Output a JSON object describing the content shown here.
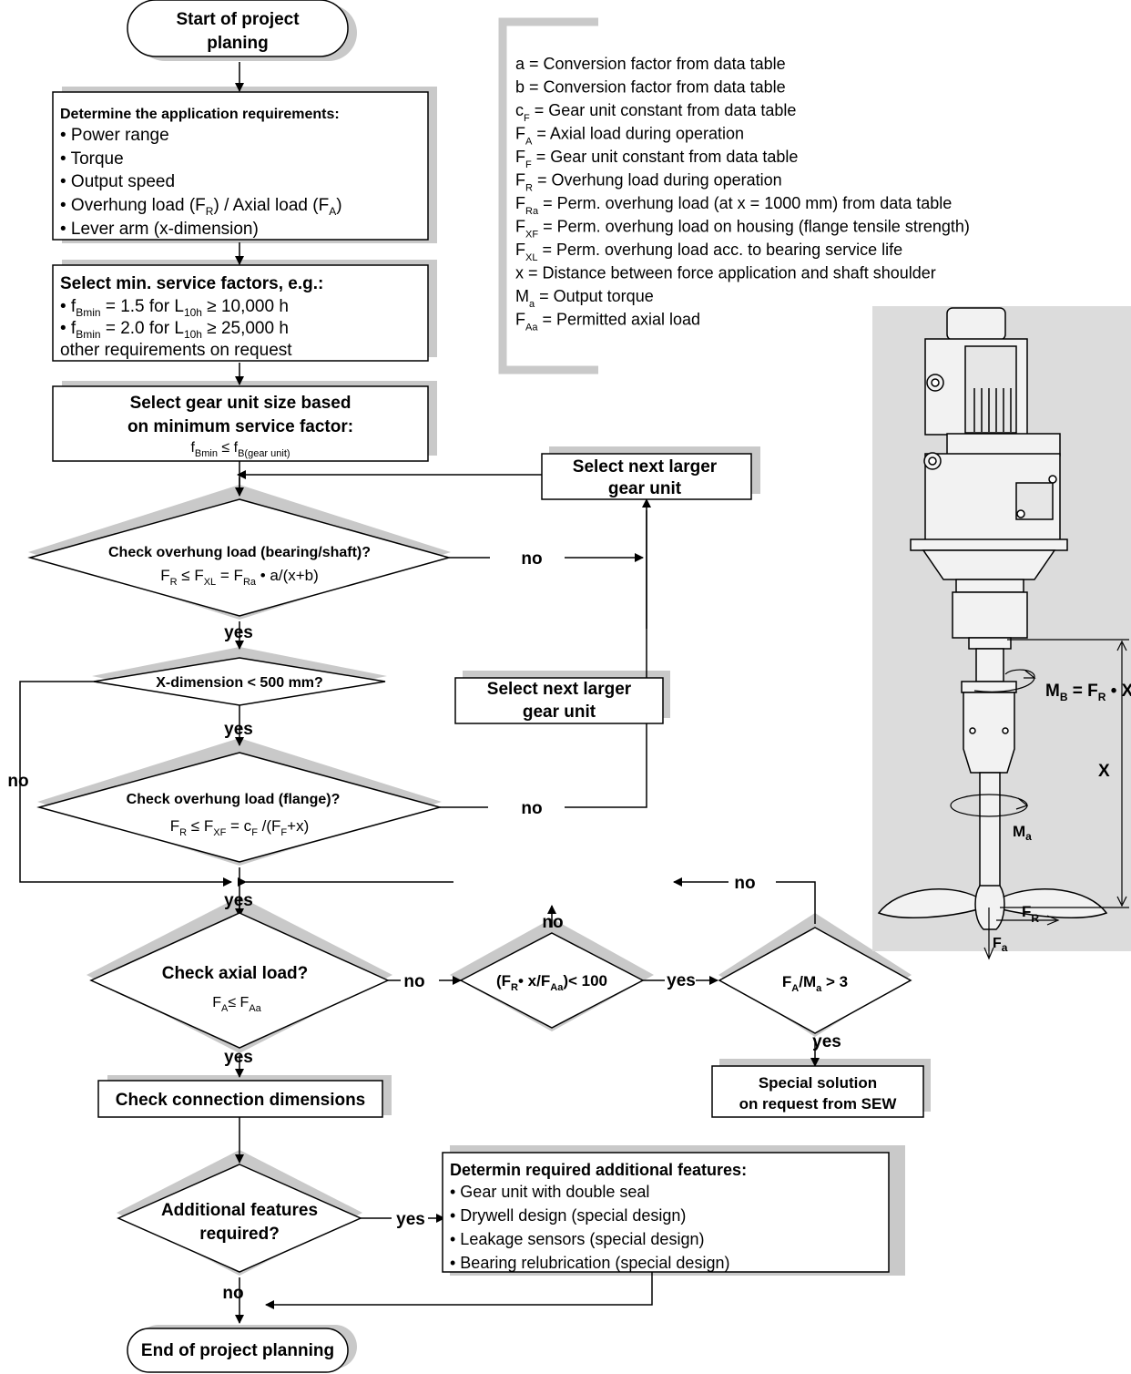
{
  "start": {
    "line1": "Start of project",
    "line2": "planing"
  },
  "requirements": {
    "title": "Determine the application requirements:",
    "items": [
      "• Power range",
      "• Torque",
      "• Output speed"
    ],
    "overhung_a": "• Overhung load (F",
    "overhung_sub1": "R",
    "overhung_b": ") / Axial load (F",
    "overhung_sub2": "A",
    "overhung_c": ")",
    "lever": "• Lever arm (x-dimension)"
  },
  "service_factors": {
    "title": "Select min. service factors, e.g.:",
    "line1_pre": "• f",
    "line1_sub": "Bmin",
    "line1_mid": " = 1.5 for L",
    "line1_sub2": "10h",
    "line1_post": " ≥ 10,000 h",
    "line2_pre": "• f",
    "line2_sub": "Bmin",
    "line2_mid": " = 2.0 for L",
    "line2_sub2": "10h",
    "line2_post": " ≥ 25,000 h",
    "line3": "other requirements on request"
  },
  "gear_size": {
    "line1": "Select gear unit size based",
    "line2": "on minimum service factor:",
    "f_pre": "f",
    "f_sub": "Bmin",
    "f_mid": " ≤ f",
    "f_sub2": "B(gear unit)"
  },
  "next_larger_1": {
    "line1": "Select next larger",
    "line2": "gear unit"
  },
  "next_larger_2": {
    "line1": "Select next larger",
    "line2": "gear unit"
  },
  "check_overhung_bearing": {
    "title": "Check overhung load (bearing/shaft)?",
    "f1": "F",
    "s1": "R",
    "t1": " ≤ F",
    "s2": "XL",
    "t2": " = F",
    "s3": "Ra",
    "t3": " • a/(x+b)"
  },
  "x_dimension": {
    "title": "X-dimension < 500 mm?"
  },
  "check_overhung_flange": {
    "title": "Check overhung load (flange)?",
    "f1": "F",
    "s1": "R",
    "t1": " ≤ F",
    "s2": "XF",
    "t2": " = c",
    "s3": "F",
    "t3": " /(F",
    "s4": "F",
    "t4": "+x)"
  },
  "check_axial": {
    "title": "Check axial load?",
    "f1": "F",
    "s1": "A",
    "t1": "≤ F",
    "s2": "Aa"
  },
  "ratio_check": {
    "p1": "(F",
    "s1": "R",
    "t1": "• x/F",
    "s2": "Aa",
    "t2": ")< 100"
  },
  "fa_ma": {
    "p1": "F",
    "s1": "A",
    "t1": "/M",
    "s2": "a",
    "t2": " > 3"
  },
  "special": {
    "line1": "Special solution",
    "line2": "on request from SEW"
  },
  "connection": {
    "label": "Check connection dimensions"
  },
  "additional": {
    "line1": "Additional features",
    "line2": "required?"
  },
  "features": {
    "title": "Determin required additional features:",
    "items": [
      "• Gear unit with double seal",
      "• Drywell design (special design)",
      "• Leakage sensors (special design)",
      "• Bearing relubrication (special design)"
    ]
  },
  "end": {
    "label": "End of project planning"
  },
  "labels": {
    "yes": "yes",
    "no": "no"
  },
  "legend": [
    {
      "sym": "a",
      "sub": "",
      "text": " = Conversion factor from data table"
    },
    {
      "sym": "b",
      "sub": "",
      "text": " = Conversion factor from data table"
    },
    {
      "sym": "c",
      "sub": "F",
      "text": " = Gear unit constant from data table"
    },
    {
      "sym": "F",
      "sub": "A",
      "text": " = Axial load during operation"
    },
    {
      "sym": "F",
      "sub": "F",
      "text": " = Gear unit constant from data table"
    },
    {
      "sym": "F",
      "sub": "R",
      "text": " = Overhung load during operation"
    },
    {
      "sym": "F",
      "sub": "Ra",
      "text": " = Perm. overhung load (at x = 1000 mm) from data table"
    },
    {
      "sym": "F",
      "sub": "XF",
      "text": " = Perm. overhung load on housing (flange tensile strength)"
    },
    {
      "sym": "F",
      "sub": "XL",
      "text": " = Perm. overhung load acc. to bearing service life"
    },
    {
      "sym": "x",
      "sub": "",
      "text": " = Distance between force application and shaft shoulder"
    },
    {
      "sym": "M",
      "sub": "a",
      "text": " = Output torque"
    },
    {
      "sym": "F",
      "sub": "Aa",
      "text": " = Permitted axial load"
    }
  ],
  "agitator": {
    "mb_p": "M",
    "mb_s": "B",
    "mb_t": " = F",
    "mb_s2": "R",
    "mb_t2": " • X",
    "x": "X",
    "ma_p": "M",
    "ma_s": "a",
    "fr_p": "F",
    "fr_s": "R",
    "fa_p": "F",
    "fa_s": "a"
  }
}
